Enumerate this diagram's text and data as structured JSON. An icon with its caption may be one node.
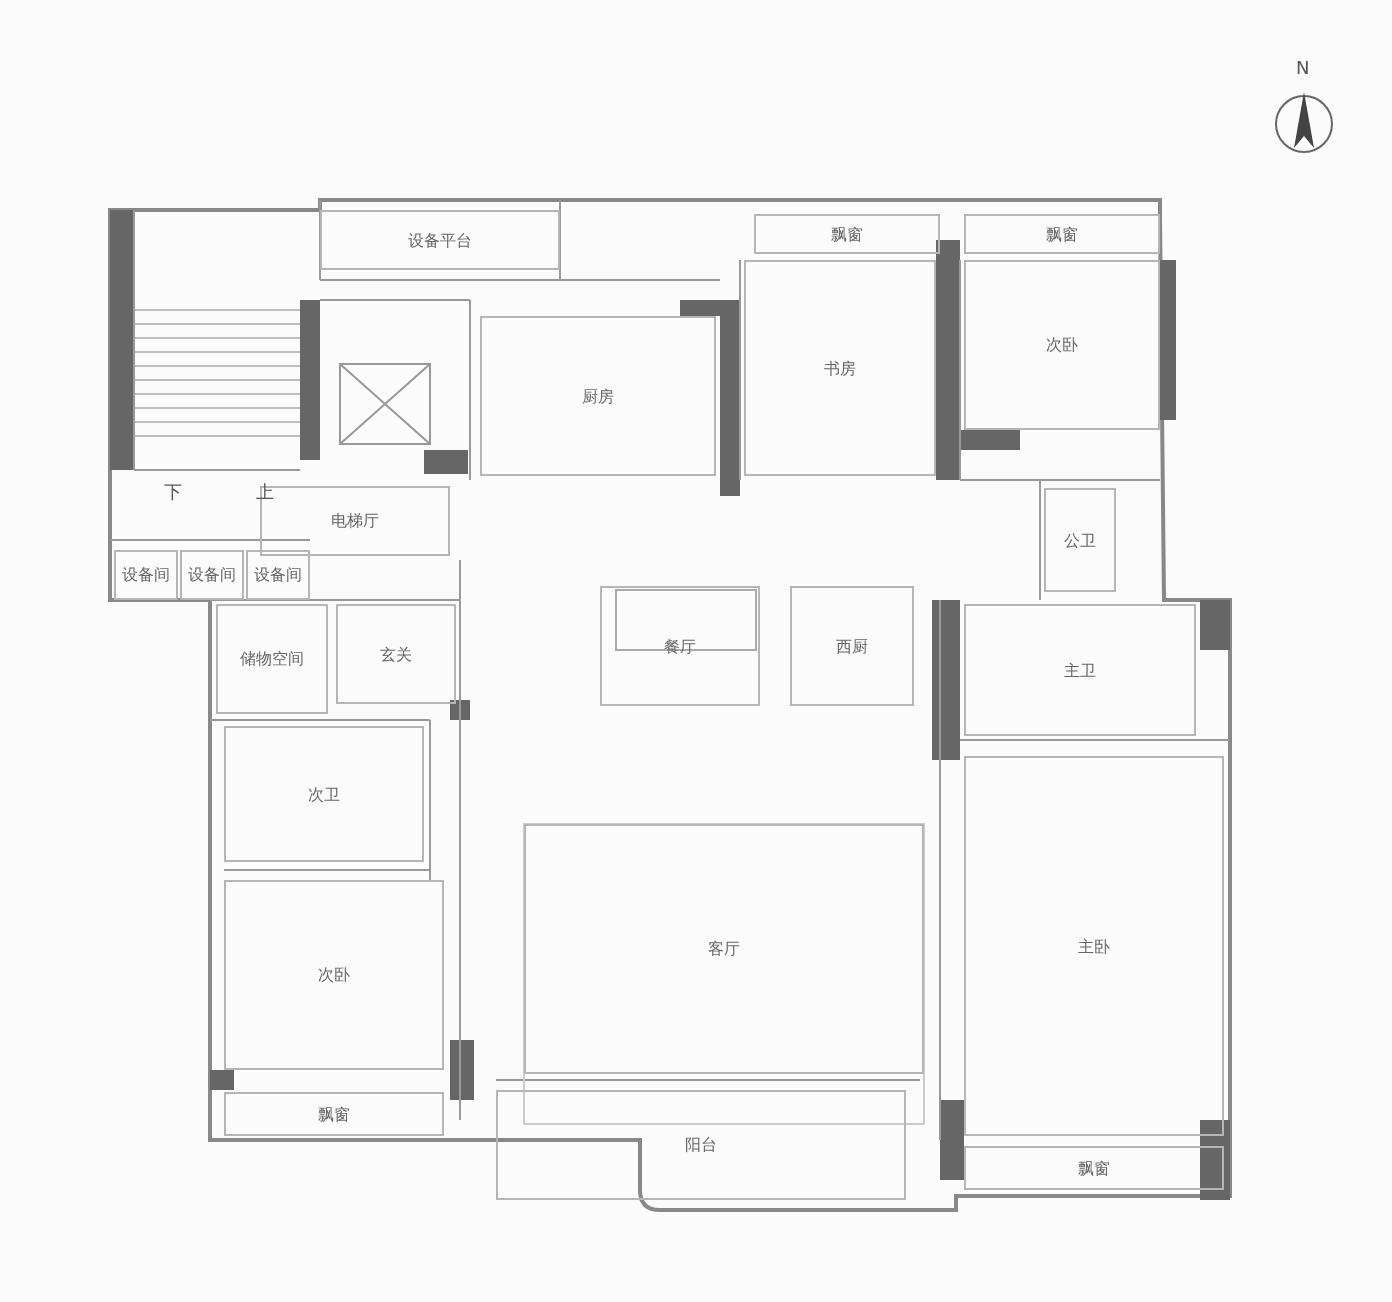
{
  "diagram": {
    "nodes": [
      {
        "text": [
          "设备平台"
        ]
      },
      {
        "text": [
          "飘窗"
        ]
      },
      {
        "text": [
          "飘窗"
        ]
      },
      {
        "text": [
          "厨房"
        ]
      },
      {
        "text": [
          "书房"
        ]
      },
      {
        "text": [
          "次卧"
        ]
      },
      {
        "text": [
          "电梯厅"
        ]
      },
      {
        "text": [
          "设备间"
        ]
      },
      {
        "text": [
          "设备间"
        ]
      },
      {
        "text": [
          "设备间"
        ]
      },
      {
        "text": [
          "公卫"
        ]
      },
      {
        "text": [
          "玄关"
        ]
      },
      {
        "text": [
          "储物空间"
        ]
      },
      {
        "text": [
          "餐厅"
        ]
      },
      {
        "text": [
          "西厨"
        ]
      },
      {
        "text": [
          "主卫"
        ]
      },
      {
        "text": [
          "次卫"
        ]
      },
      {
        "text": [
          "客厅"
        ]
      },
      {
        "text": [
          "次卧"
        ]
      },
      {
        "text": [
          "主卧"
        ]
      },
      {
        "text": [
          "飘窗"
        ]
      },
      {
        "text": [
          "阳台"
        ]
      },
      {
        "text": [
          "飘窗"
        ]
      }
    ],
    "labels": [
      "N",
      "下",
      "上"
    ]
  }
}
